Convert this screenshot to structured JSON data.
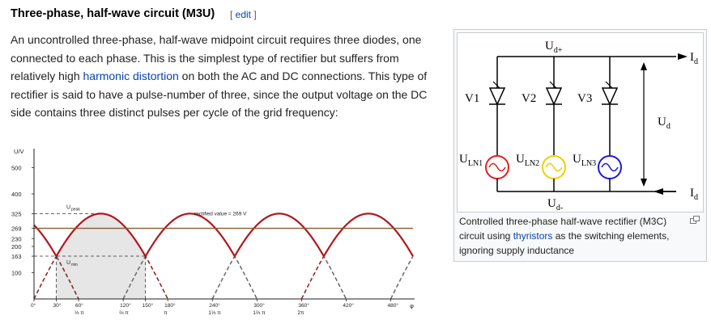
{
  "section": {
    "title": "Three-phase, half-wave circuit (M3U)",
    "edit_label": "edit"
  },
  "paragraph": {
    "p1": "An uncontrolled three-phase, half-wave midpoint circuit requires three diodes, one connected to each phase. This is the simplest type of rectifier but suffers from relatively high ",
    "link": "harmonic distortion",
    "p2": " on both the AC and DC connections. This type of rectifier is said to have a pulse-number of three, since the output voltage on the DC side contains three distinct pulses per cycle of the grid frequency:"
  },
  "figure": {
    "caption_p1": "Controlled three-phase half-wave rectifier (M3C) circuit using ",
    "caption_link": "thyristors",
    "caption_p2": " as the switching elements, ignoring supply inductance",
    "labels": {
      "ud_plus": "U",
      "ud_plus_sub": "d+",
      "ud_minus": "U",
      "ud_minus_sub": "d-",
      "id_top": "I",
      "id_top_sub": "d",
      "id_bottom": "I",
      "id_bottom_sub": "d",
      "ud": "U",
      "ud_sub": "d",
      "v1": "V1",
      "v2": "V2",
      "v3": "V3",
      "uln1": "U",
      "uln1_sub": "LN1",
      "uln2": "U",
      "uln2_sub": "LN2",
      "uln3": "U",
      "uln3_sub": "LN3"
    },
    "colors": {
      "phase1": "#e02020",
      "phase2": "#f0d000",
      "phase3": "#1a1ae0"
    }
  },
  "chart_data": {
    "type": "line",
    "ylabel": "U/V",
    "yticks": [
      "500",
      "400",
      "325",
      "269",
      "230",
      "200",
      "163",
      "100"
    ],
    "ytick_values": [
      500,
      400,
      325,
      269,
      230,
      200,
      163,
      100
    ],
    "xticks": [
      {
        "deg": "0°",
        "rad": ""
      },
      {
        "deg": "30°",
        "rad": ""
      },
      {
        "deg": "60°",
        "rad": "⅓ π"
      },
      {
        "deg": "120°",
        "rad": "⅔ π"
      },
      {
        "deg": "150°",
        "rad": ""
      },
      {
        "deg": "180°",
        "rad": "π"
      },
      {
        "deg": "240°",
        "rad": "1⅓ π"
      },
      {
        "deg": "300°",
        "rad": "1⅔ π"
      },
      {
        "deg": "360°",
        "rad": "2π"
      },
      {
        "deg": "420°",
        "rad": ""
      },
      {
        "deg": "480°",
        "rad": ""
      }
    ],
    "xtick_values": [
      0,
      30,
      60,
      120,
      150,
      180,
      240,
      300,
      360,
      420,
      480
    ],
    "xaxis_end_label": "φ",
    "xlim": [
      0,
      510
    ],
    "ylim": [
      0,
      560
    ],
    "peak": 325,
    "rectified_value": 269,
    "annotations": {
      "upeak": "U",
      "upeak_sub": "peak",
      "umin": "U",
      "umin_sub": "min",
      "rectified": "rectified value = 269 V"
    },
    "series_colors": {
      "envelope": "#b0181f",
      "phase_dashed_red": "#8c2a2a",
      "phase_dashed_gray": "#707070",
      "mean": "#8a5a2a"
    }
  }
}
